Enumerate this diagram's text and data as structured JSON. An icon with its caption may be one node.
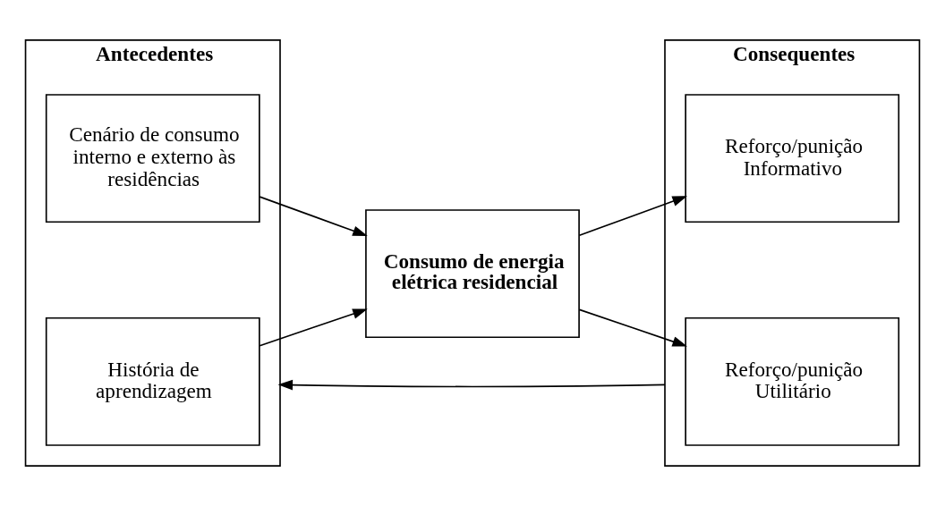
{
  "diagram": {
    "nodes": [
      {
        "text": [
          "Antecedentes"
        ]
      },
      {
        "text": [
          "Cenário de consumo interno e externo às residências"
        ],
        "in": 0
      },
      {
        "text": [
          "História de aprendizagem"
        ],
        "in": 0
      },
      {
        "text": [
          "Consumo de energia elétrica residencial"
        ]
      },
      {
        "text": [
          "Consequentes"
        ]
      },
      {
        "text": [
          "Reforço/punição Informativo"
        ],
        "in": 4
      },
      {
        "text": [
          "Reforço/punição Utilitário"
        ],
        "in": 4
      }
    ],
    "edges": [
      {
        "from": 1,
        "to": 3,
        "arrow": "to"
      },
      {
        "from": 2,
        "to": 3,
        "arrow": "to"
      },
      {
        "from": 3,
        "to": 5,
        "arrow": "to"
      },
      {
        "from": 3,
        "to": 6,
        "arrow": "to"
      },
      {
        "from": 4,
        "to": 0,
        "arrow": "to"
      }
    ]
  }
}
